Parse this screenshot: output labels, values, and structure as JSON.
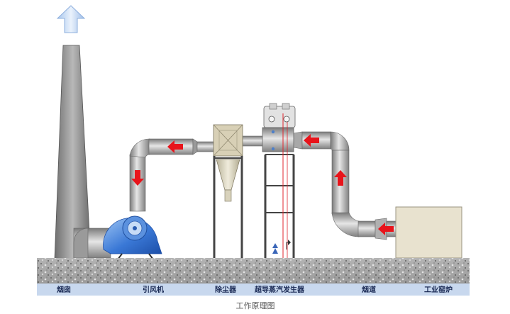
{
  "labels": {
    "chimney": "烟囱",
    "fan": "引风机",
    "dust_collector": "除尘器",
    "steam_generator": "超导蒸汽发生器",
    "flue": "烟道",
    "furnace": "工业窑炉"
  },
  "caption": "工作原理图",
  "colors": {
    "arrow": "#e8141b",
    "label_bar": "#c8d8ee",
    "label_text": "#1a2a55",
    "fan": "#3a78d6",
    "furnace": "#e8e2cf"
  }
}
